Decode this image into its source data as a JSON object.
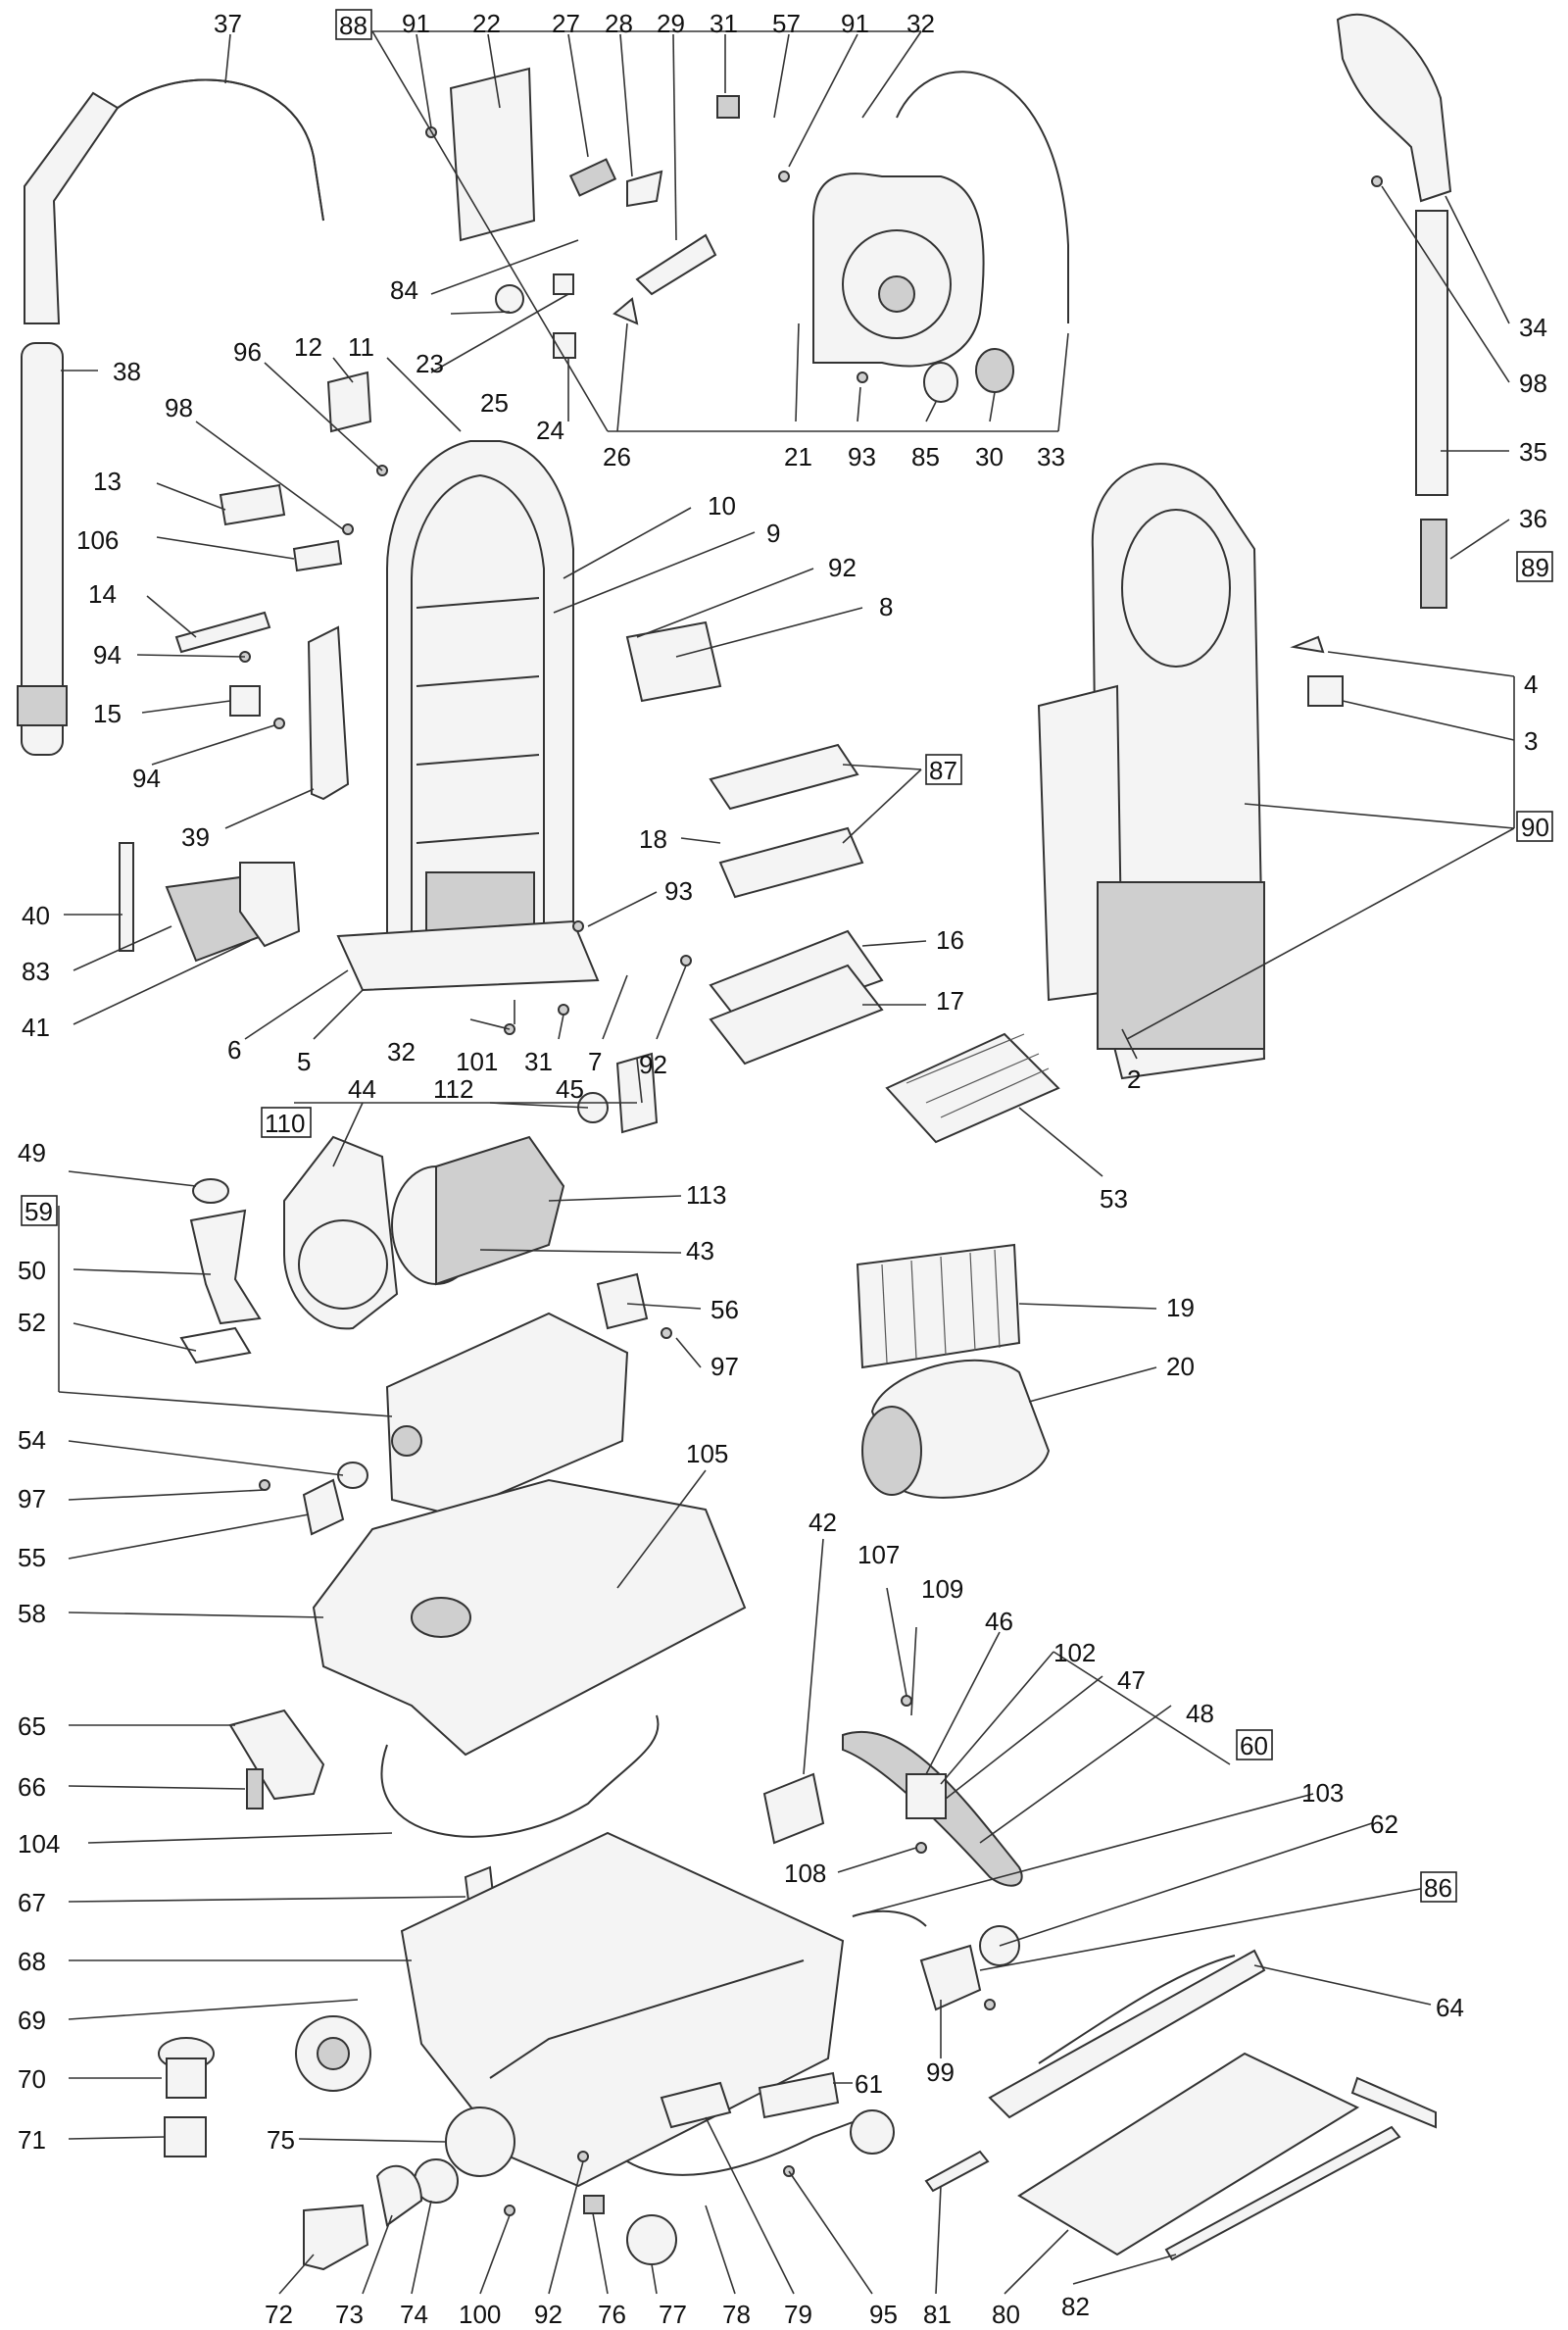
{
  "labels": {
    "l37": "37",
    "l91a": "91",
    "l22": "22",
    "l27": "27",
    "l28": "28",
    "l29": "29",
    "l31a": "31",
    "l57": "57",
    "l91b": "91",
    "l32a": "32",
    "l88": "88",
    "l84": "84",
    "l23": "23",
    "l25": "25",
    "l24": "24",
    "l26": "26",
    "l21": "21",
    "l93a": "93",
    "l85": "85",
    "l30": "30",
    "l33": "33",
    "l34": "34",
    "l98a": "98",
    "l35": "35",
    "l36": "36",
    "l89": "89",
    "l38": "38",
    "l96": "96",
    "l12": "12",
    "l11": "11",
    "l98b": "98",
    "l13": "13",
    "l106": "106",
    "l14": "14",
    "l94a": "94",
    "l15": "15",
    "l94b": "94",
    "l39": "39",
    "l40": "40",
    "l83": "83",
    "l41": "41",
    "l6": "6",
    "l5": "5",
    "l10": "10",
    "l9": "9",
    "l92a": "92",
    "l8": "8",
    "l87": "87",
    "l18": "18",
    "l93b": "93",
    "l16": "16",
    "l17": "17",
    "l32b": "32",
    "l101": "101",
    "l31b": "31",
    "l7": "7",
    "l92b": "92",
    "l4": "4",
    "l3": "3",
    "l90": "90",
    "l2": "2",
    "l53": "53",
    "l110": "110",
    "l44": "44",
    "l112": "112",
    "l45": "45",
    "l113": "113",
    "l43": "43",
    "l49": "49",
    "l59": "59",
    "l50": "50",
    "l52": "52",
    "l56": "56",
    "l97a": "97",
    "l54": "54",
    "l97b": "97",
    "l55": "55",
    "l19": "19",
    "l20": "20",
    "l105": "105",
    "l58": "58",
    "l42": "42",
    "l107": "107",
    "l109": "109",
    "l46": "46",
    "l102": "102",
    "l47": "47",
    "l48": "48",
    "l60": "60",
    "l65": "65",
    "l66": "66",
    "l104": "104",
    "l108": "108",
    "l103": "103",
    "l62": "62",
    "l86": "86",
    "l67": "67",
    "l68": "68",
    "l64": "64",
    "l69": "69",
    "l70": "70",
    "l61": "61",
    "l99": "99",
    "l71": "71",
    "l75": "75",
    "l72": "72",
    "l73": "73",
    "l74": "74",
    "l100": "100",
    "l92c": "92",
    "l76": "76",
    "l77": "77",
    "l78": "78",
    "l79": "79",
    "l95": "95",
    "l81": "81",
    "l80": "80",
    "l82": "82"
  }
}
